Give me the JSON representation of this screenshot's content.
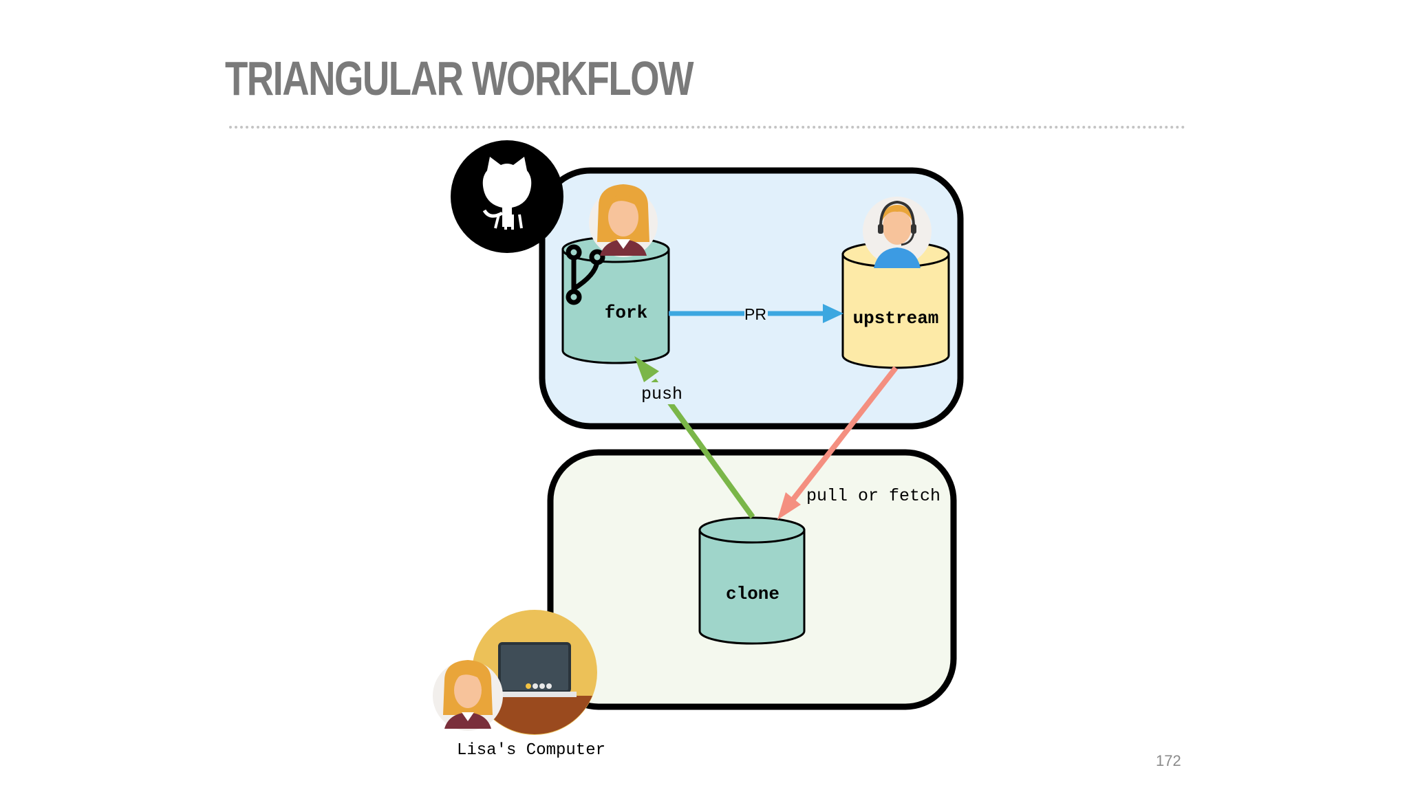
{
  "slide": {
    "title": "TRIANGULAR WORKFLOW",
    "page_number": "172"
  },
  "diagram": {
    "repos": {
      "fork": "fork",
      "upstream": "upstream",
      "clone": "clone"
    },
    "edges": {
      "pr": "PR",
      "push": "push",
      "pull_fetch": "pull or fetch"
    },
    "computer_label": "Lisa's Computer",
    "colors": {
      "github_region": "#e1f0fb",
      "local_region": "#f4f8ee",
      "fork_cylinder": "#9fd5ca",
      "upstream_cylinder": "#fdeaa7",
      "clone_cylinder": "#9fd5ca",
      "pr_arrow": "#3ca7e0",
      "push_arrow": "#7ab648",
      "pull_arrow": "#f48f80"
    },
    "icons": [
      "github-octocat-icon",
      "git-branch-icon",
      "lisa-avatar-icon",
      "maintainer-avatar-icon",
      "laptop-icon"
    ]
  }
}
